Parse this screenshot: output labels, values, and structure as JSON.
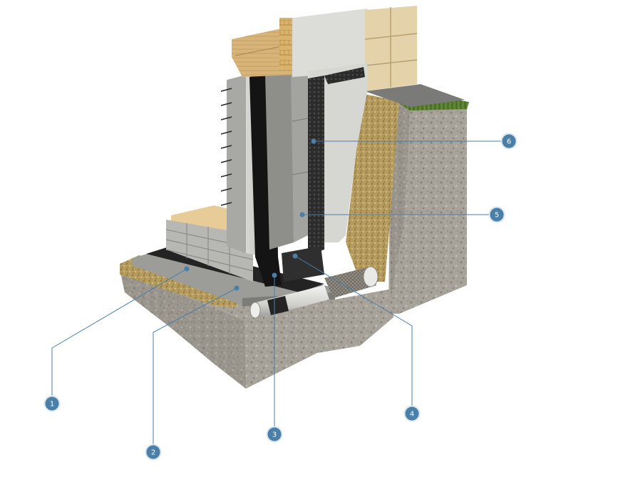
{
  "diagram": {
    "subject": "foundation-waterproofing-cross-section",
    "colors": {
      "marker_fill": "#4a7fa8",
      "marker_ring": "#dbe6ef",
      "leader_line": "#4a7fa8",
      "soil": "#a9a49b",
      "gravel": "#b39a5c",
      "concrete": "#c7c7c4",
      "membrane": "#1b1b1b",
      "brick": "#e2cfa3"
    }
  },
  "markers": [
    {
      "id": "1",
      "label": "1"
    },
    {
      "id": "2",
      "label": "2"
    },
    {
      "id": "3",
      "label": "3"
    },
    {
      "id": "4",
      "label": "4"
    },
    {
      "id": "5",
      "label": "5"
    },
    {
      "id": "6",
      "label": "6"
    }
  ]
}
